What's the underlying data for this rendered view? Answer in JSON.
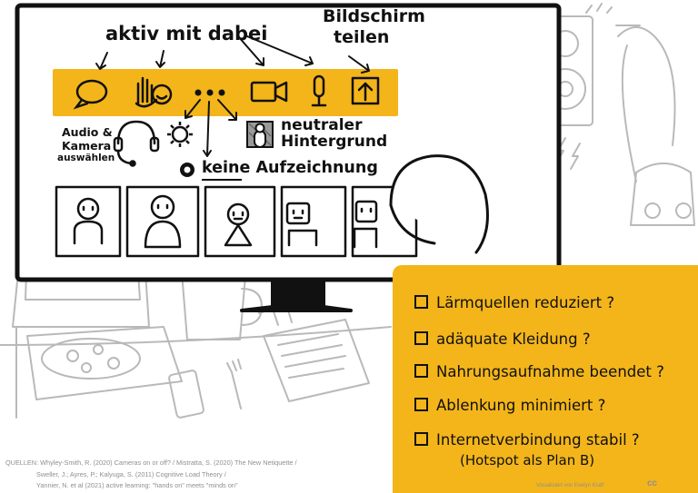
{
  "header_labels": {
    "aktiv": "aktiv mit dabei",
    "bildschirm_line1": "Bildschirm",
    "bildschirm_line2": "teilen"
  },
  "side_labels": {
    "audio_line1": "Audio &",
    "audio_line2": "Kamera",
    "audio_line3": "auswählen",
    "neutral_line1": "neutraler",
    "neutral_line2": "Hintergrund",
    "no_recording": "keine Aufzeichnung"
  },
  "toolbar_icons": [
    "chat-icon",
    "hand-raise-icon",
    "more-dots-icon",
    "camera-icon",
    "microphone-icon",
    "share-screen-icon"
  ],
  "checklist": {
    "items": [
      "Lärmquellen reduziert ?",
      "adäquate Kleidung ?",
      "Nahrungsaufnahme beendet ?",
      "Ablenkung minimiert ?",
      "Internetverbindung stabil ?"
    ],
    "note": "(Hotspot als Plan B)"
  },
  "sources": {
    "line1": "QUELLEN: Whyley-Smith, R. (2020) Cameras on or off? / Mistratta, S. (2020) The New Netiquette /",
    "line2": "Sweller, J.; Ayres, P.; Kalyuga, S. (2011) Cognitive Load Theory /",
    "line3": "Yannier, N. et al (2021) active learning: \"hands on\" meets \"minds on\""
  },
  "credit": {
    "text": "Visualisiert von Evelyn Kraft",
    "license": "cc"
  },
  "colors": {
    "accent": "#f3b51a",
    "ink": "#111111",
    "background_sketch": "#b9b9b9"
  }
}
